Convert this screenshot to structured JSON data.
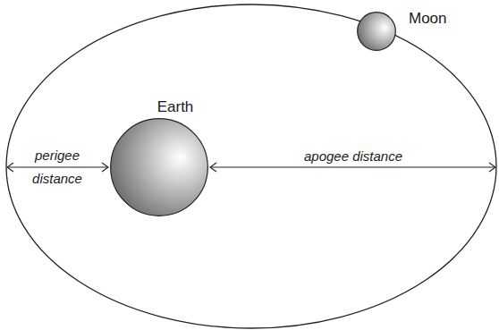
{
  "diagram": {
    "nodes": [
      {
        "text": [
          "Moon"
        ]
      },
      {
        "text": [
          "Earth"
        ]
      }
    ],
    "labels": [
      "perigee distance",
      "apogee distance"
    ]
  }
}
